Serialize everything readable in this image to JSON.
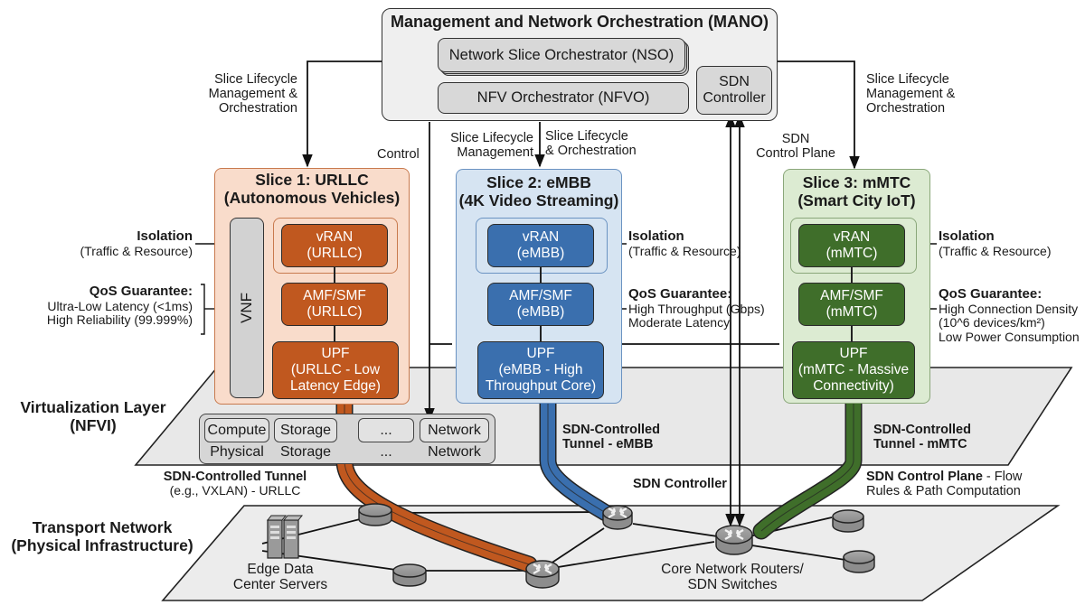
{
  "mano": {
    "title": "Management and Network Orchestration (MANO)",
    "nso_label": "Network Slice Orchestrator (NSO)",
    "nfvo_label": "NFV Orchestrator (NFVO)",
    "sdn_controller_line1": "SDN",
    "sdn_controller_line2": "Controller"
  },
  "connectors": {
    "left_lifecycle": [
      "Slice Lifecycle",
      "Management &",
      "Orchestration"
    ],
    "right_lifecycle": [
      "Slice Lifecycle",
      "Management &",
      "Orchestration"
    ],
    "control": "Control",
    "center_lifecycle_mgmt": [
      "Slice Lifecycle",
      "Management"
    ],
    "center_lifecycle_orch": [
      "Slice Lifecycle",
      "& Orchestration"
    ],
    "sdn_control_plane": [
      "SDN",
      "Control Plane"
    ]
  },
  "slices": [
    {
      "title": "Slice 1: URLLC",
      "subtitle": "(Autonomous Vehicles)",
      "vnf_label": "VNF",
      "vran": [
        "vRAN",
        "(URLLC)"
      ],
      "amf": [
        "AMF/SMF",
        "(URLLC)"
      ],
      "upf": [
        "UPF",
        "(URLLC - Low",
        "Latency Edge)"
      ],
      "isolation_title": "Isolation",
      "isolation_detail": "(Traffic & Resource)",
      "qos_title": "QoS Guarantee:",
      "qos_lines": [
        "Ultra-Low Latency (<1ms)",
        "High Reliability (99.999%)"
      ],
      "tunnel_label": [
        "SDN-Controlled Tunnel",
        "(e.g., VXLAN) - URLLC"
      ],
      "color": "#c0581f",
      "bg": "#f9dccb"
    },
    {
      "title": "Slice 2: eMBB",
      "subtitle": "(4K Video Streaming)",
      "vran": [
        "vRAN",
        "(eMBB)"
      ],
      "amf": [
        "AMF/SMF",
        "(eMBB)"
      ],
      "upf": [
        "UPF",
        "(eMBB - High",
        "Throughput Core)"
      ],
      "isolation_title": "Isolation",
      "isolation_detail": "(Traffic & Resource)",
      "qos_title": "QoS Guarantee:",
      "qos_lines": [
        "High Throughput (Gbps)",
        "Moderate Latency"
      ],
      "tunnel_label": [
        "SDN-Controlled",
        "Tunnel - eMBB"
      ],
      "color": "#3a6fae",
      "bg": "#d6e4f2"
    },
    {
      "title": "Slice 3: mMTC",
      "subtitle": "(Smart City IoT)",
      "vran": [
        "vRAN",
        "(mMTC)"
      ],
      "amf": [
        "AMF/SMF",
        "(mMTC)"
      ],
      "upf": [
        "UPF",
        "(mMTC - Massive",
        "Connectivity)"
      ],
      "isolation_title": "Isolation",
      "isolation_detail": "(Traffic & Resource)",
      "qos_title": "QoS Guarantee:",
      "qos_lines": [
        "High Connection Density",
        "(10^6 devices/km²)",
        "Low Power Consumption"
      ],
      "tunnel_label": [
        "SDN-Controlled",
        "Tunnel - mMTC"
      ],
      "color": "#3f6e2a",
      "bg": "#dcebd2"
    }
  ],
  "virtualization": {
    "title": "Virtualization Layer",
    "subtitle": "(NFVI)",
    "cells": [
      {
        "top": "Compute",
        "bottom": "Physical"
      },
      {
        "top": "Storage",
        "bottom": "Storage"
      },
      {
        "top": "...",
        "bottom": "..."
      },
      {
        "top": "Network",
        "bottom": "Network"
      }
    ]
  },
  "transport": {
    "title": "Transport Network",
    "subtitle": "(Physical Infrastructure)",
    "edge_dc_label": [
      "Edge Data",
      "Center Servers"
    ],
    "core_label": [
      "Core Network Routers/",
      "SDN Switches"
    ],
    "sdn_controller_label": "SDN Controller",
    "control_plane_label_bold": "SDN Control Plane",
    "control_plane_label_rest": " - Flow",
    "control_plane_label_line2": "Rules & Path Computation"
  }
}
